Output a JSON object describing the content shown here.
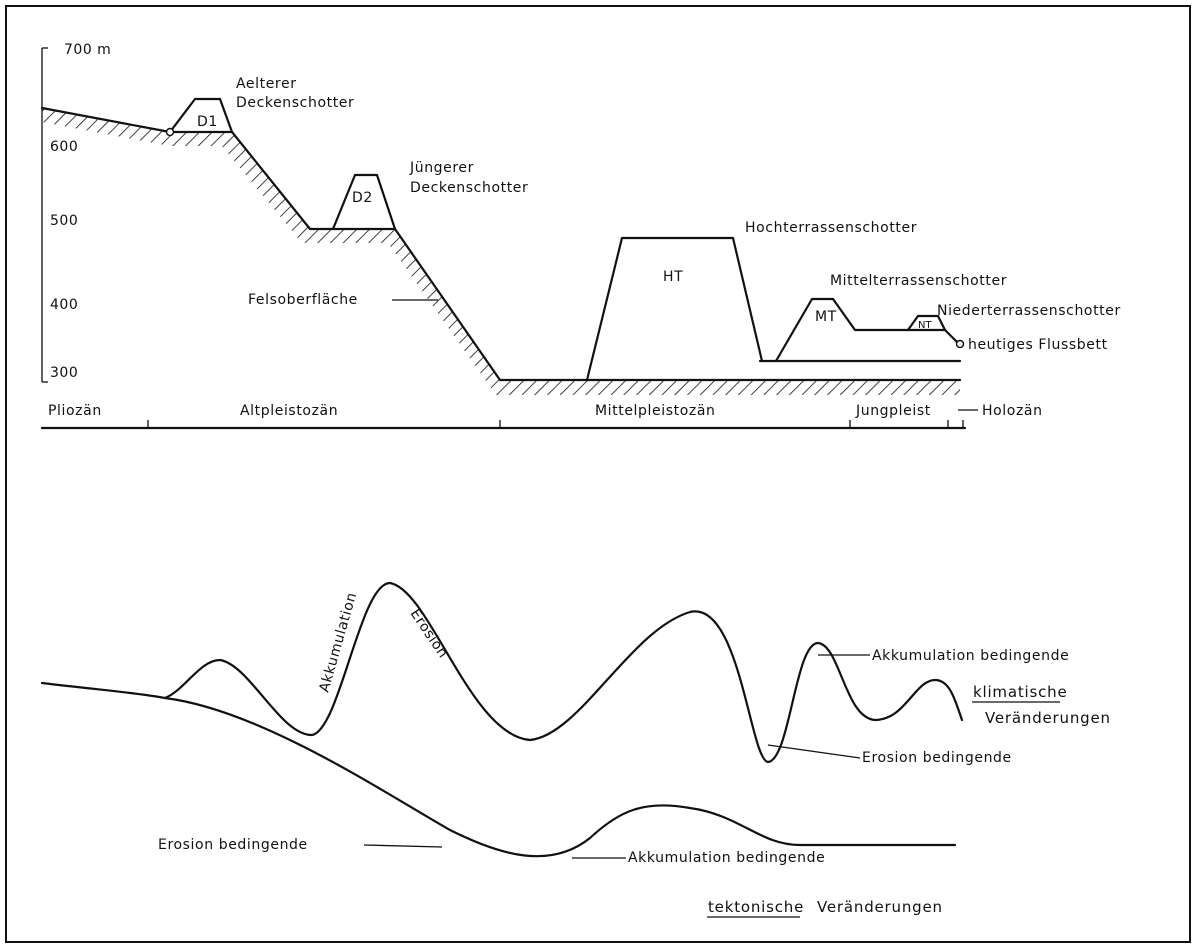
{
  "top_profile": {
    "y_axis": {
      "unit_label": "700 m",
      "ticks": [
        "600",
        "500",
        "400",
        "300"
      ]
    },
    "terraces": {
      "d1": {
        "code": "D1",
        "name_line1": "Aelterer",
        "name_line2": "Deckenschotter"
      },
      "d2": {
        "code": "D2",
        "name_line1": "Jüngerer",
        "name_line2": "Deckenschotter"
      },
      "ht": {
        "code": "HT",
        "name": "Hochterrassenschotter"
      },
      "mt": {
        "code": "MT",
        "name": "Mittelterrassenschotter"
      },
      "nt": {
        "code": "NT",
        "name": "Niederterrassenschotter"
      }
    },
    "bedrock_label": "Felsoberfläche",
    "riverbed_label": "heutiges Flussbett",
    "periods": [
      "Pliozän",
      "Altpleistozän",
      "Mittelpleistozän",
      "Jungpleist",
      "Holozän"
    ]
  },
  "bottom_curves": {
    "labels": {
      "akkumulation": "Akkumulation",
      "erosion": "Erosion",
      "climatic_accum": "Akkumulation bedingende",
      "climatic_erosion": "Erosion bedingende",
      "klimatische": "klimatische",
      "veraenderungen_climatic": "Veränderungen",
      "tectonic_erosion": "Erosion bedingende",
      "tectonic_accum": "Akkumulation bedingende",
      "tektonische": "tektonische",
      "veraenderungen_tectonic": "Veränderungen"
    }
  }
}
